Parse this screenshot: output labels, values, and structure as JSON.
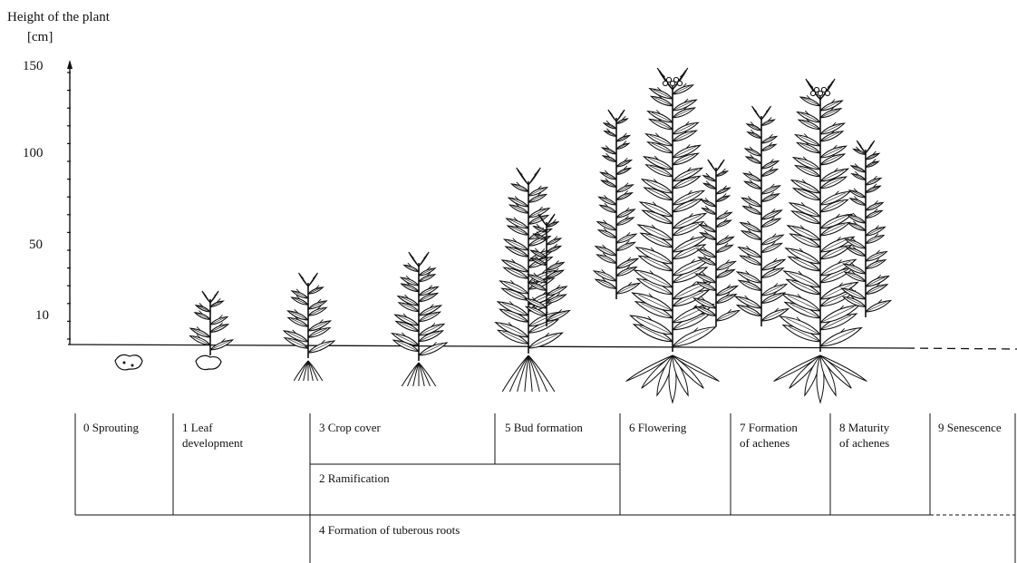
{
  "axis": {
    "title": "Height of the plant",
    "unit": "[cm]",
    "ticks": [
      "150",
      "100",
      "50",
      "10"
    ]
  },
  "stages": [
    "0 Sprouting",
    "1 Leaf\ndevelopment",
    "3 Crop cover",
    "5 Bud formation",
    "6 Flowering",
    "7 Formation\nof achenes",
    "8 Maturity\n of achenes",
    "9 Senescence",
    "2 Ramification",
    "4 Formation of tuberous roots"
  ],
  "plants": [
    {
      "stage": "0",
      "name": "sprouting-tuber"
    },
    {
      "stage": "1",
      "name": "leaf-development"
    },
    {
      "stage": "3",
      "name": "crop-cover"
    },
    {
      "stage": "2",
      "name": "ramification"
    },
    {
      "stage": "5",
      "name": "bud-formation"
    },
    {
      "stage": "6",
      "name": "flowering"
    },
    {
      "stage": "7/8",
      "name": "formation-of-achenes"
    }
  ],
  "colors": {
    "ink": "#111111",
    "background": "#ffffff"
  }
}
